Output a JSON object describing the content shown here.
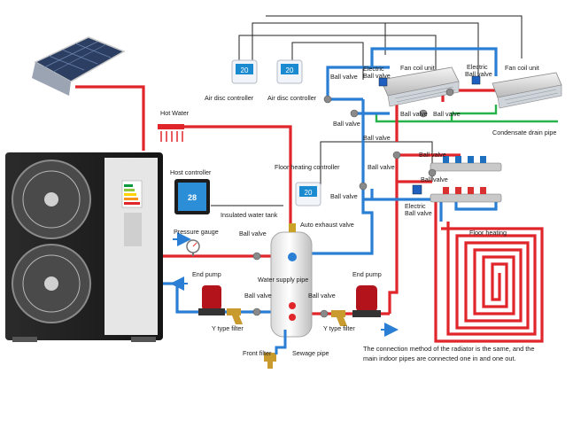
{
  "labels": {
    "hot_water": "Hot Water",
    "host_controller": "Host controller",
    "air_disc_controller_1": "Air disc controller",
    "air_disc_controller_2": "Air disc controller",
    "fan_coil_unit_1": "Fan coil unit",
    "fan_coil_unit_2": "Fan coil unit",
    "electric_ball_valve_top_1": "Electric\nBall valve",
    "electric_ball_valve_top_2": "Electric\nBall valve",
    "ball_valve_top_left": "Ball valve",
    "ball_valve_fc_1": "Ball valve",
    "ball_valve_fc_2": "Ball valve",
    "ball_valve_fc_3": "Ball valve",
    "condensate_drain_pipe": "Condensate drain pipe",
    "floor_heating_controller": "Floor heating controller",
    "ball_valve_mid_1": "Ball valve",
    "ball_valve_mid_2": "Ball valve",
    "ball_valve_mid_3": "Ball valve",
    "ball_valve_mid_4": "Ball valve",
    "electric_ball_valve_mid": "Electric\nBall valve",
    "insulated_water_tank": "Insulated water tank",
    "auto_exhaust_valve": "Auto exhaust valve",
    "pressure_gauge": "Pressure gauge",
    "ball_valve_tank_top": "Ball valve",
    "floor_heating": "Floor heating",
    "end_pump_left": "End pump",
    "end_pump_right": "End pump",
    "water_supply_pipe": "Water supply pipe",
    "ball_valve_lower_left": "Ball valve",
    "ball_valve_lower_right": "Ball valve",
    "y_filter_left": "Y type filter",
    "y_filter_right": "Y type filter",
    "front_filter": "Front filter",
    "sewage_pipe": "Sewage pipe",
    "note_line_1": "The connection method of the radiator is the same, and the",
    "note_line_2": "main indoor pipes are connected one in and one out."
  },
  "thermostat_display": "20",
  "host_controller_display": "28",
  "colors": {
    "hot_pipe": "#e0262b",
    "cold_pipe": "#2a7fd4",
    "drain_pipe": "#27b34b",
    "signal_wire": "#222222"
  }
}
